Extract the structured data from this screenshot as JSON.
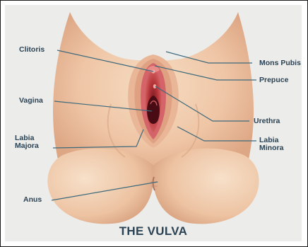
{
  "title": "THE VULVA",
  "labels": {
    "clitoris": "Clitoris",
    "mons_pubis": "Mons Pubis",
    "prepuce": "Prepuce",
    "vagina": "Vagina",
    "urethra": "Urethra",
    "labia_majora": [
      "Labia",
      "Majora"
    ],
    "labia_minora": [
      "Labia",
      "Minora"
    ],
    "anus": "Anus"
  },
  "colors": {
    "background": "#ececea",
    "skin": "#f0c9a8",
    "skin_shadow": "#dca887",
    "interior": "#b83a3e",
    "label_text": "#2b4354",
    "leader_line": "#3e6a7c"
  }
}
